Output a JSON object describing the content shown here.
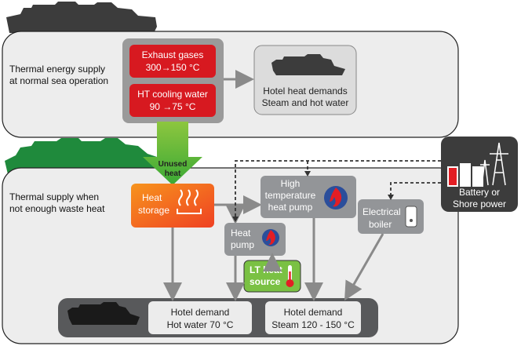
{
  "sections": {
    "normal": {
      "line1": "Thermal energy supply",
      "line2": "at normal sea operation"
    },
    "waste": {
      "line1": "Thermal supply when",
      "line2": "not enough waste heat"
    }
  },
  "sources": {
    "exhaust": {
      "line1": "Exhaust gases",
      "line2": "300→150 °C"
    },
    "ht_cooling": {
      "line1": "HT cooling water",
      "line2": "90 →75 °C"
    }
  },
  "hotel_heat_demands": {
    "line1": "Hotel heat demands",
    "line2": "Steam and hot water"
  },
  "unused_heat": {
    "line1": "Unused",
    "line2": "heat"
  },
  "heat_storage": {
    "line1": "Heat",
    "line2": "storage"
  },
  "ht_heat_pump": {
    "line1": "High",
    "line2": "temperature",
    "line3": "heat pump"
  },
  "heat_pump": {
    "line1": "Heat",
    "line2": "pump"
  },
  "lt_heat_source": {
    "line1": "LT heat",
    "line2": "source"
  },
  "electrical_boiler": {
    "line1": "Electrical",
    "line2": "boiler"
  },
  "battery": {
    "line1": "Battery or",
    "line2": "Shore power"
  },
  "demand_hot_water": {
    "line1": "Hotel demand",
    "line2": "Hot water 70 °C"
  },
  "demand_steam": {
    "line1": "Hotel demand",
    "line2": "Steam 120 - 150 °C"
  },
  "colors": {
    "red": "#d71920",
    "orange": "#f26522",
    "green": "#7ac143",
    "grey_box": "#939598",
    "dark": "#3c3c3c",
    "silhouette_green": "#1f8a3c"
  }
}
